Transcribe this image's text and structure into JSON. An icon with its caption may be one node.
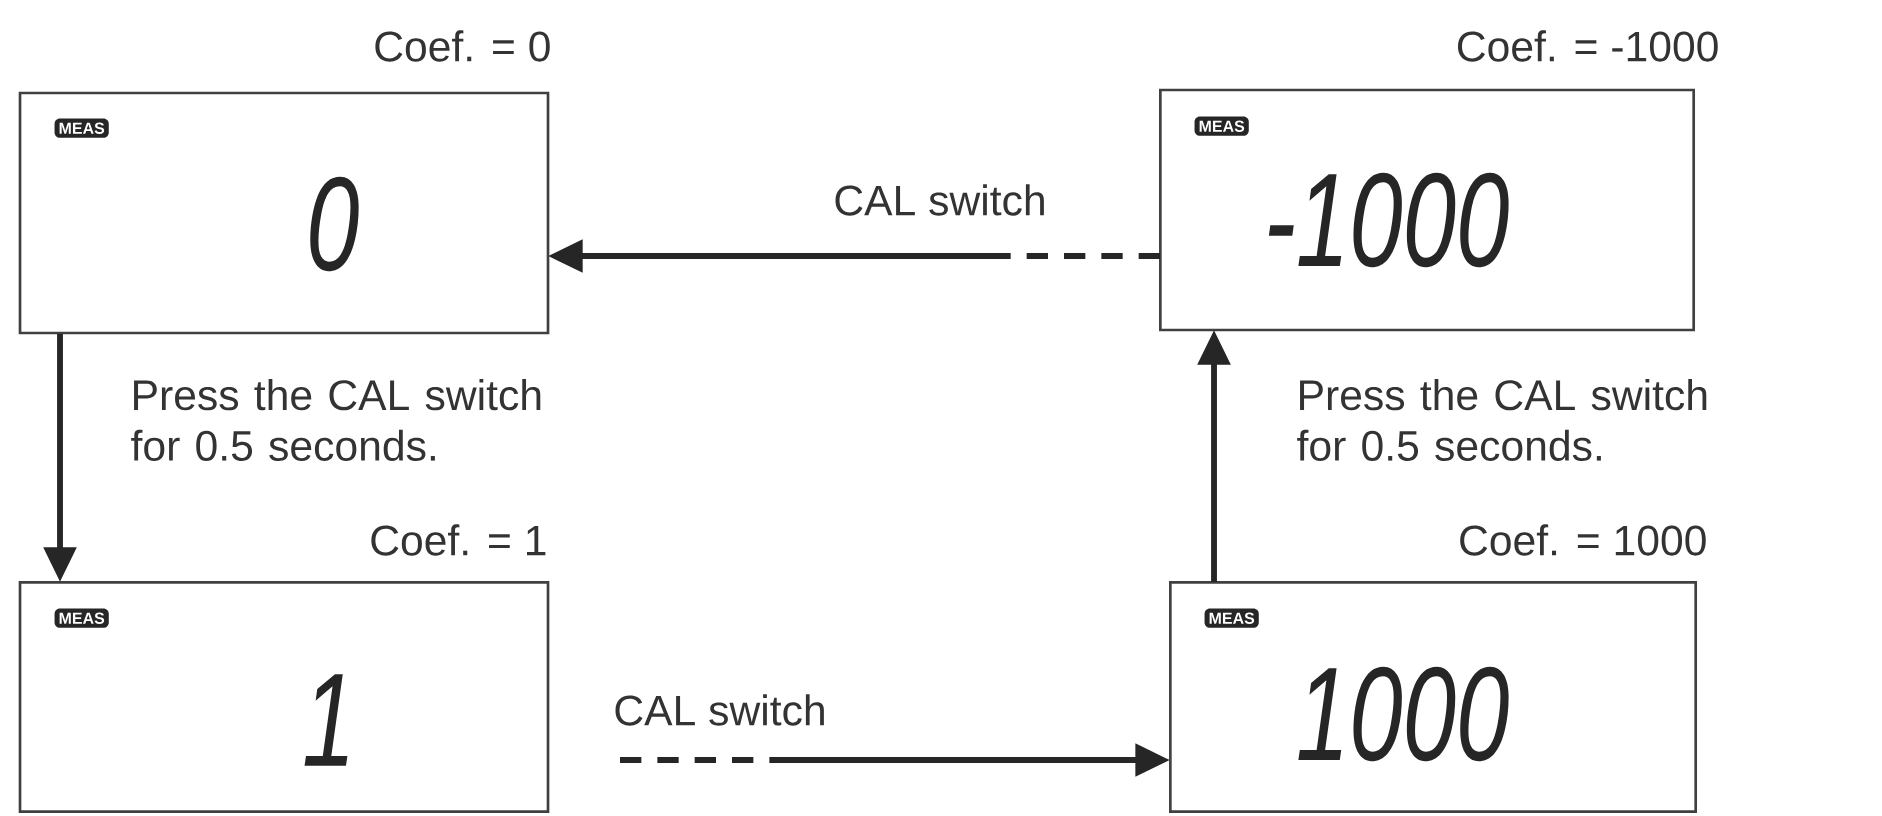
{
  "diagram": {
    "nodes": [
      {
        "text": [
          "Coef. = 0",
          "MEAS",
          "0"
        ]
      },
      {
        "text": [
          "Coef. = -1000",
          "MEAS",
          "-1000"
        ]
      },
      {
        "text": [
          "Coef. = 1",
          "MEAS",
          "1"
        ]
      },
      {
        "text": [
          "Coef. = 1000",
          "MEAS",
          "1000"
        ]
      }
    ],
    "edges": [
      {
        "from": 0,
        "to": 2,
        "arrow": "to",
        "label": "Press the CAL switch for 0.5 seconds."
      },
      {
        "from": 2,
        "to": 3,
        "arrow": "to",
        "label": "CAL switch",
        "style": "dashed"
      },
      {
        "from": 3,
        "to": 1,
        "arrow": "to",
        "label": "Press the CAL switch for 0.5 seconds."
      },
      {
        "from": 1,
        "to": 0,
        "arrow": "to",
        "label": "CAL switch",
        "style": "dashed"
      }
    ]
  }
}
